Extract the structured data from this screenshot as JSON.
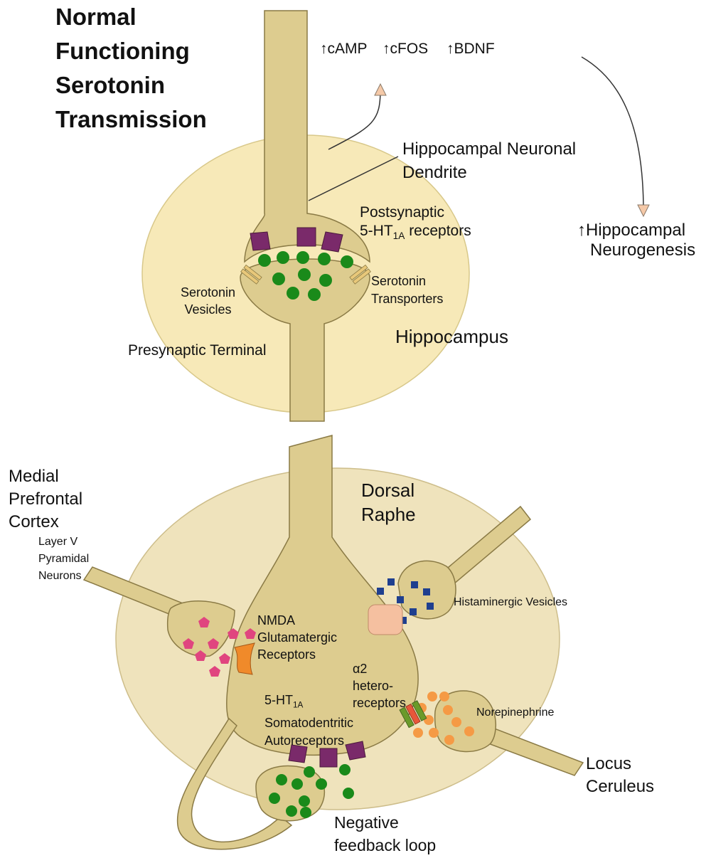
{
  "title": [
    "Normal",
    "Functioning",
    "Serotonin",
    "Transmission"
  ],
  "markers": {
    "camp": "↑cAMP",
    "cfos": "↑cFOS",
    "bdnf": "↑BDNF",
    "neurogenesis": [
      "↑Hippocampal",
      "Neurogenesis"
    ]
  },
  "hippocampus_panel": {
    "region": "Hippocampus",
    "dendrite": [
      "Hippocampal Neuronal",
      "Dendrite"
    ],
    "postsynaptic": {
      "line1": "Postsynaptic",
      "prefix": "5-HT",
      "sub": "1A",
      "suffix": " receptors"
    },
    "vesicles": [
      "Serotonin",
      "Vesicles"
    ],
    "transporters": [
      "Serotonin",
      "Transporters"
    ],
    "presynaptic": "Presynaptic Terminal"
  },
  "raphe_panel": {
    "region": [
      "Dorsal",
      "Raphe"
    ],
    "mpfc": [
      "Medial",
      "Prefrontal",
      "Cortex"
    ],
    "pyramidal": [
      "Layer V",
      "Pyramidal",
      "Neurons"
    ],
    "nmda": [
      "NMDA",
      "Glutamatergic",
      "Receptors"
    ],
    "histaminergic": "Histaminergic Vesicles",
    "alpha2": [
      "α2",
      "hetero-",
      "receptors"
    ],
    "autoreceptors": {
      "prefix": "5-HT",
      "sub": "1A",
      "line2": "Somatodentritic",
      "line3": "Autoreceptors"
    },
    "norepinephrine": "Norepinephrine",
    "locus": [
      "Locus",
      "Ceruleus"
    ],
    "feedback": [
      "Negative",
      "feedback loop"
    ]
  },
  "colors": {
    "region_fill": "#f7e9b8",
    "neuron_fill": "#ddcc8f",
    "neuron_stroke": "#8a7a45",
    "serotonin_vesicle": "#1a8a1a",
    "receptor": "#7a2a6a",
    "glutamate": "#e0457f",
    "nmda_receptor": "#f08a2a",
    "histamine": "#1f3f8f",
    "histamine_receptor": "#f5c0a0",
    "norepinephrine": "#f59a45",
    "alpha2_receptor": "#6a9a2a",
    "transporter": "#e8c87a",
    "arrow": "#f5c9a8"
  }
}
